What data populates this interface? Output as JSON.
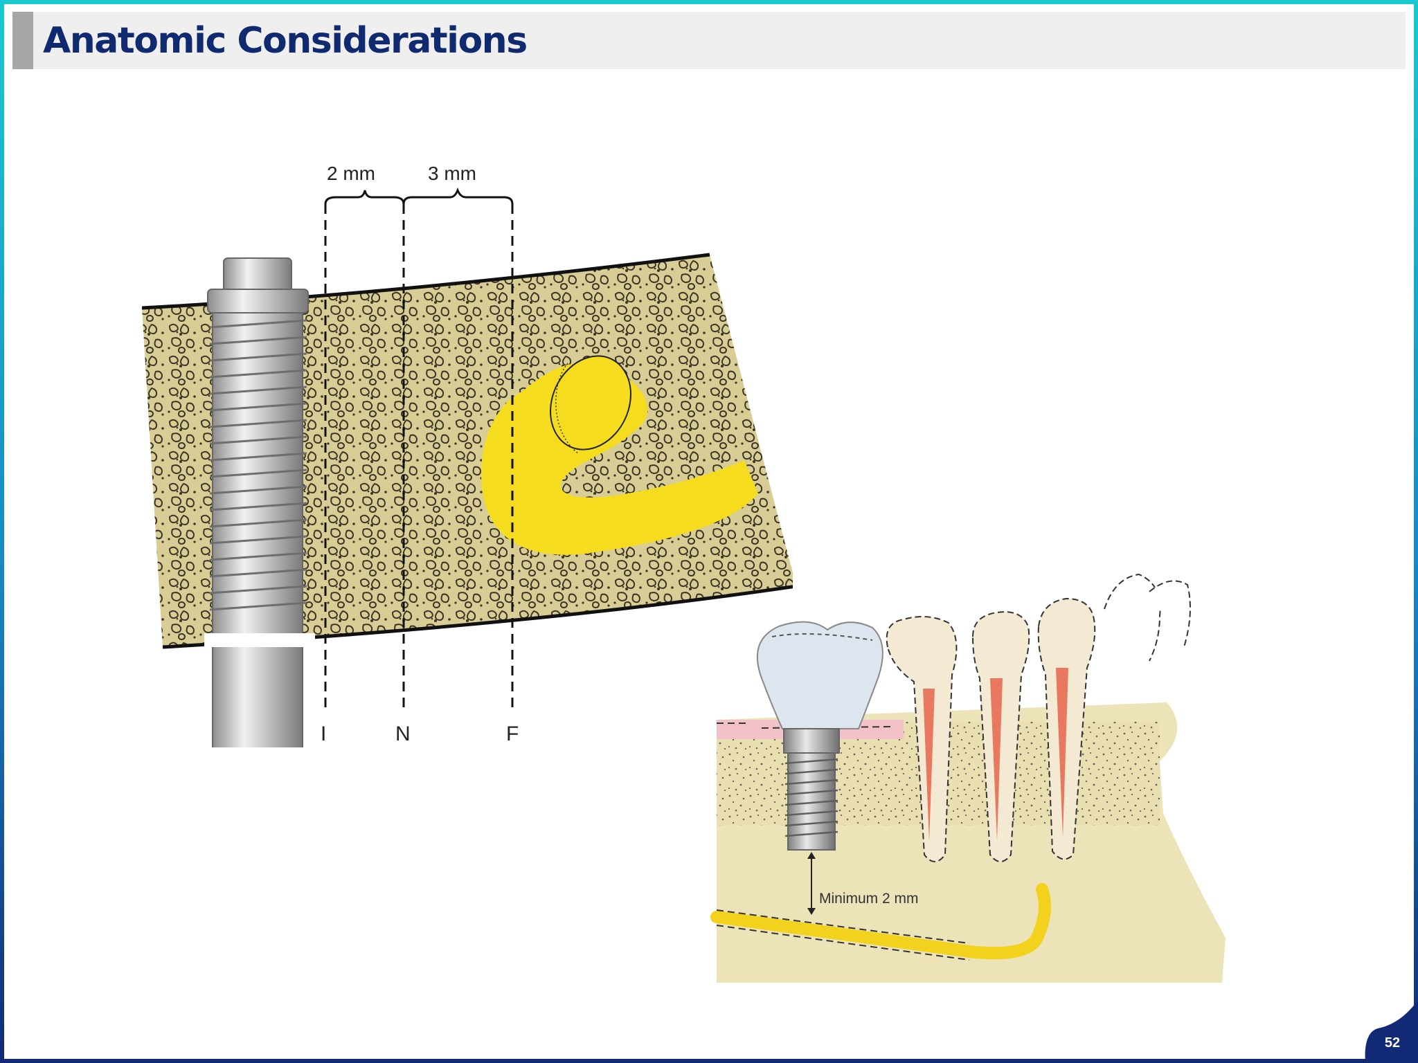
{
  "slide": {
    "title": "Anatomic Considerations",
    "page_number": "52"
  },
  "figure1": {
    "dim_label_1": "2 mm",
    "dim_label_2": "3 mm",
    "line_label_i": "I",
    "line_label_n": "N",
    "line_label_f": "F"
  },
  "figure2": {
    "clearance_label": "Minimum 2 mm"
  },
  "colors": {
    "title_text": "#0f2a6e",
    "frame_cyan": "#19c9cf",
    "frame_navy": "#122a75",
    "bone": "#d9cd96",
    "nerve_yellow": "#f5dc1f",
    "gum_pink": "#f2c2c8",
    "pulp_red": "#e8795f"
  }
}
